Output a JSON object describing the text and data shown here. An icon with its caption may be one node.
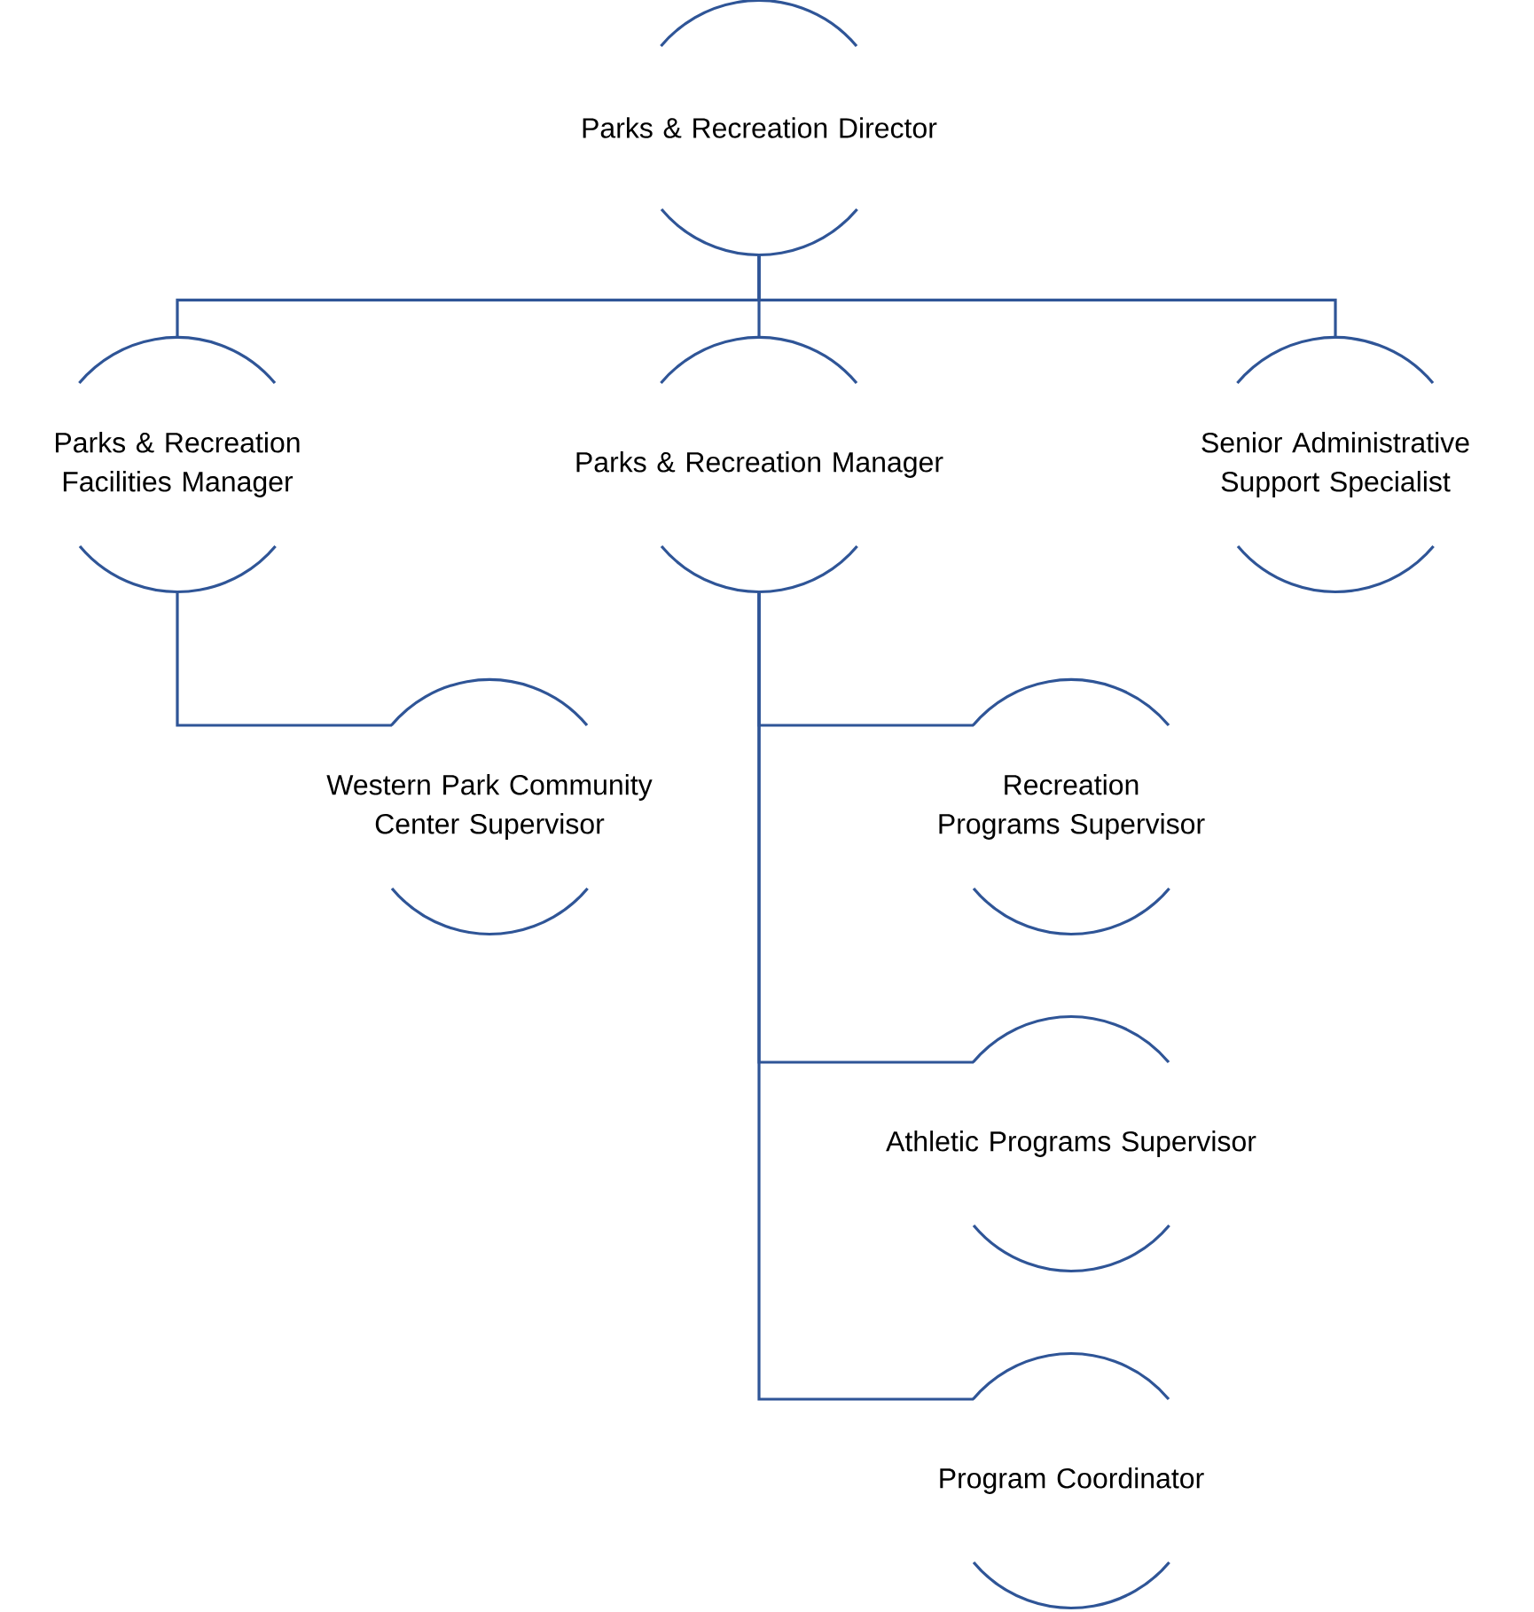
{
  "diagram": {
    "nodes": [
      {
        "text": [
          "Parks & Recreation Director"
        ]
      },
      {
        "text": [
          "Parks & Recreation Facilities Manager"
        ]
      },
      {
        "text": [
          "Parks & Recreation Manager"
        ]
      },
      {
        "text": [
          "Senior Administrative Support Specialist"
        ]
      },
      {
        "text": [
          "Western Park Community Center Supervisor"
        ]
      },
      {
        "text": [
          "Recreation Programs Supervisor"
        ]
      },
      {
        "text": [
          "Athletic Programs Supervisor"
        ]
      },
      {
        "text": [
          "Program Coordinator"
        ]
      }
    ],
    "edges": [
      {
        "from": 0,
        "to": 1,
        "arrow": "none"
      },
      {
        "from": 0,
        "to": 2,
        "arrow": "none"
      },
      {
        "from": 0,
        "to": 3,
        "arrow": "none"
      },
      {
        "from": 1,
        "to": 4,
        "arrow": "none"
      },
      {
        "from": 2,
        "to": 5,
        "arrow": "none"
      },
      {
        "from": 2,
        "to": 6,
        "arrow": "none"
      },
      {
        "from": 2,
        "to": 7,
        "arrow": "none"
      }
    ]
  }
}
